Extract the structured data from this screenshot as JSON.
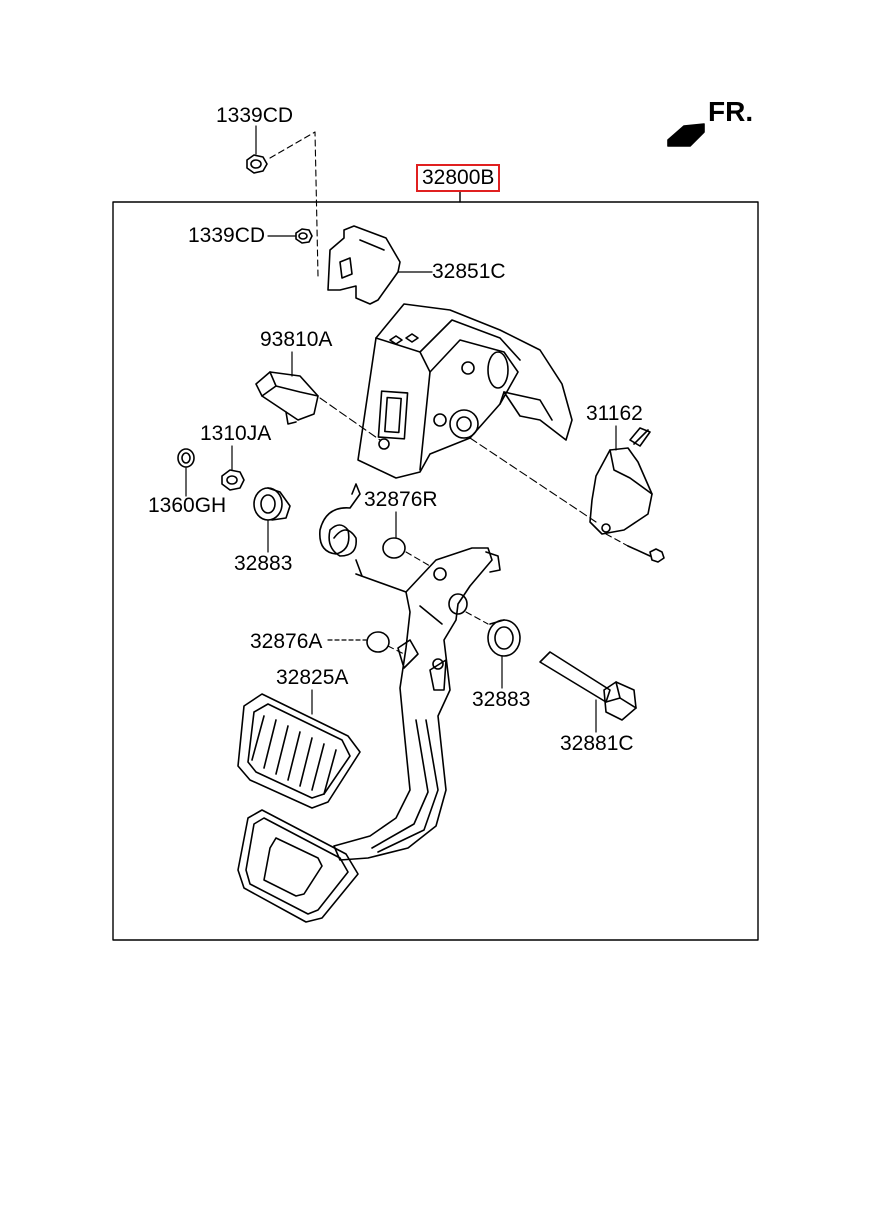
{
  "direction_label": "FR.",
  "assembly_label": "32800B",
  "labels": {
    "nut_top": "1339CD",
    "nut_mid": "1339CD",
    "bracket": "32851C",
    "stop_switch": "93810A",
    "sensor": "31162",
    "nut_small": "1310JA",
    "washer": "1360GH",
    "spring_bushing": "32876R",
    "bushing_left": "32883",
    "bushing_lower": "32876A",
    "pad": "32825A",
    "bushing_right": "32883",
    "pin_bolt": "32881C"
  },
  "colors": {
    "line": "#000000",
    "highlight": "#e02020"
  }
}
